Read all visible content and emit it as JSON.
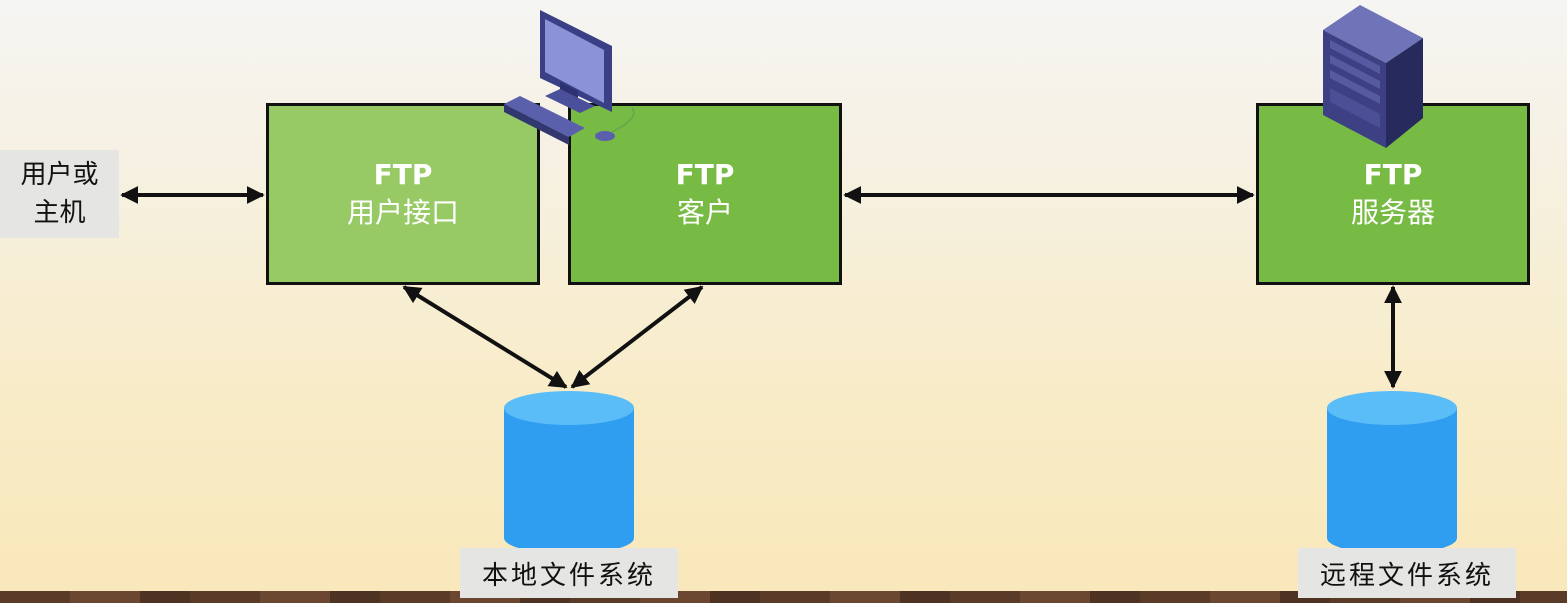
{
  "user_label": {
    "line1": "用户或",
    "line2": "主机"
  },
  "boxes": {
    "user_interface": {
      "line1": "FTP",
      "line2": "用户接口"
    },
    "client": {
      "line1": "FTP",
      "line2": "客户"
    },
    "server": {
      "line1": "FTP",
      "line2": "服务器"
    }
  },
  "storage": {
    "local": "本地文件系统",
    "remote": "远程文件系统"
  },
  "icons": [
    "desktop-computer-icon",
    "server-tower-icon",
    "database-cylinder-icon"
  ],
  "colors": {
    "box_user_interface": "#97c965",
    "box_green": "#77bb45",
    "cylinder_body": "#2f9ef0",
    "cylinder_top": "#5bbdf7",
    "arrow": "#111111"
  }
}
